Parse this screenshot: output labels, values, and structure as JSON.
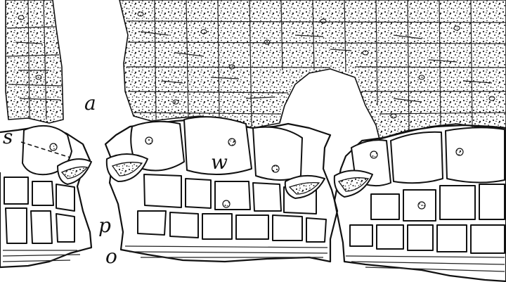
{
  "labels": {
    "a": "a",
    "s": "s",
    "w": "w",
    "p": "p",
    "o": "o"
  },
  "colors": {
    "ink": "#111111",
    "background": "#ffffff"
  }
}
